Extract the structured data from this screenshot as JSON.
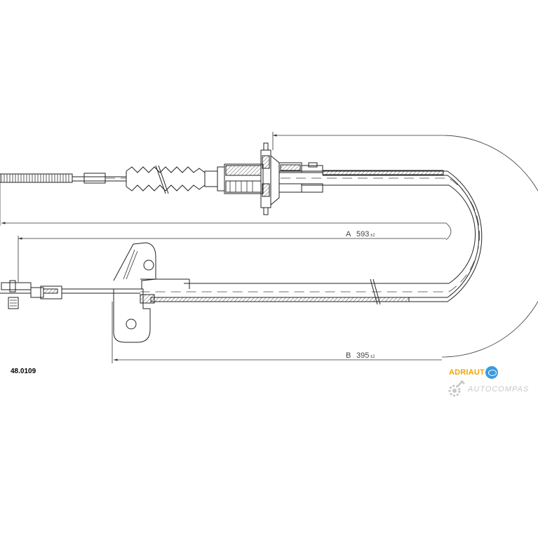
{
  "part_number": "48.0109",
  "dimensions": {
    "a": {
      "label": "A",
      "value": "593",
      "tolerance": "±2"
    },
    "b": {
      "label": "B",
      "value": "395",
      "tolerance": "±2"
    }
  },
  "brand": {
    "name": "ADRIAUT",
    "accent": "#f2a400",
    "logo_color": "#3a9be0"
  },
  "watermark": {
    "text": "AUTOCOMPAS",
    "color": "#9a9a9a"
  }
}
